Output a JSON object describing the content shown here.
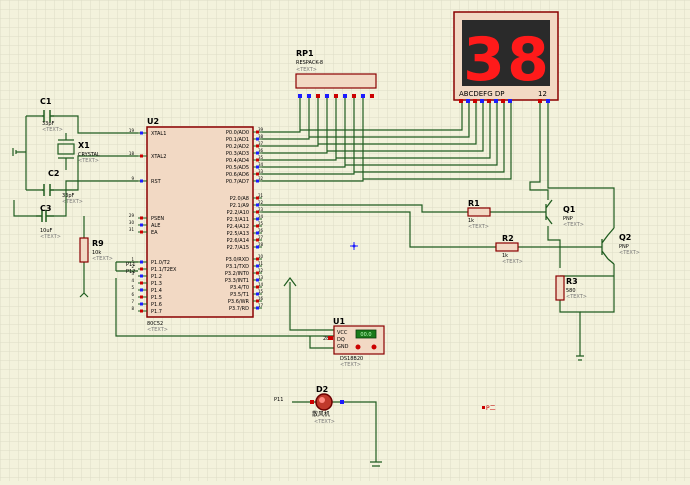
{
  "display": {
    "digits": "38",
    "pins": "ABCDEFG DP",
    "common": "12"
  },
  "rp1": {
    "ref": "RP1",
    "value": "RESPACK-8",
    "text": "<TEXT>"
  },
  "u2": {
    "ref": "U2",
    "part": "80C52",
    "text": "<TEXT>",
    "left_labels": [
      "XTAL1",
      "XTAL2",
      "RST",
      "PSEN",
      "ALE",
      "EA",
      "P1.0/T2",
      "P1.1/T2EX",
      "P1.2",
      "P1.3",
      "P1.4",
      "P1.5",
      "P1.6",
      "P1.7"
    ],
    "left_pins": [
      "19",
      "18",
      "9",
      "29",
      "30",
      "31",
      "1",
      "2",
      "3",
      "4",
      "5",
      "6",
      "7",
      "8"
    ],
    "right_labels": [
      "P0.0/AD0",
      "P0.1/AD1",
      "P0.2/AD2",
      "P0.3/AD3",
      "P0.4/AD4",
      "P0.5/AD5",
      "P0.6/AD6",
      "P0.7/AD7",
      "P2.0/A8",
      "P2.1/A9",
      "P2.2/A10",
      "P2.3/A11",
      "P2.4/A12",
      "P2.5/A13",
      "P2.6/A14",
      "P2.7/A15",
      "P3.0/RXD",
      "P3.1/TXD",
      "P3.2/INT0",
      "P3.3/INT1",
      "P3.4/T0",
      "P3.5/T1",
      "P3.6/WR",
      "P3.7/RD"
    ],
    "right_pins": [
      "39",
      "38",
      "37",
      "36",
      "35",
      "34",
      "33",
      "32",
      "21",
      "22",
      "23",
      "24",
      "25",
      "26",
      "27",
      "28",
      "10",
      "11",
      "12",
      "13",
      "14",
      "15",
      "16",
      "17"
    ]
  },
  "c1": {
    "ref": "C1",
    "value": "33pF",
    "text": "<TEXT>"
  },
  "c2": {
    "ref": "C2",
    "value": "33pF",
    "text": "<TEXT>"
  },
  "c3": {
    "ref": "C3",
    "value": "10uF",
    "text": "<TEXT>"
  },
  "x1": {
    "ref": "X1",
    "value": "CRYSTAL",
    "text": "<TEXT>"
  },
  "r9": {
    "ref": "R9",
    "value": "10k",
    "text": "<TEXT>"
  },
  "r1": {
    "ref": "R1",
    "value": "1k",
    "text": "<TEXT>"
  },
  "r2": {
    "ref": "R2",
    "value": "1k",
    "text": "<TEXT>"
  },
  "r3": {
    "ref": "R3",
    "value": "580",
    "text": "<TEXT>"
  },
  "q1": {
    "ref": "Q1",
    "value": "PNP",
    "text": "<TEXT>"
  },
  "q2": {
    "ref": "Q2",
    "value": "PNP",
    "text": "<TEXT>"
  },
  "u1": {
    "ref": "U1",
    "part": "DS18B20",
    "text": "<TEXT>",
    "pins": [
      "VCC",
      "DQ",
      "GND"
    ],
    "pin_num": "28",
    "readout": "00.0"
  },
  "d2": {
    "ref": "D2",
    "value": "散风机",
    "text": "<TEXT>",
    "net": "P11"
  },
  "nets": {
    "p11": "P11",
    "p12": "P12"
  },
  "mark": "P二",
  "colors": {
    "background": "#f3f2dc",
    "grid": "#dcdcc6",
    "wire": "#1f5c1f",
    "body": "#f2d9c4",
    "outline": "#8b0000",
    "segment": "#ff1a1a",
    "pin_blue": "#1c1cff"
  }
}
